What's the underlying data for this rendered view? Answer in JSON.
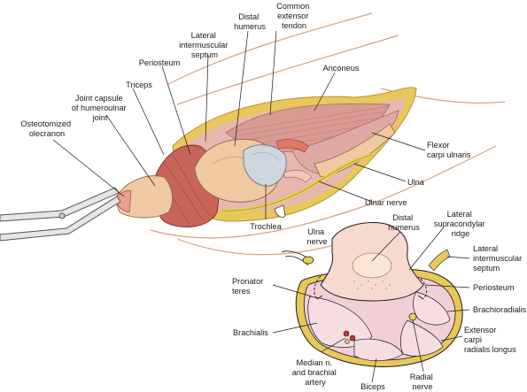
{
  "labels": {
    "common_extensor_tendon": [
      "Common",
      "extensor",
      "tendon"
    ],
    "distal_humerus_top": [
      "Distal",
      "humerus"
    ],
    "lateral_intermuscular_septum_top": [
      "Lateral",
      "intermuscular",
      "septum"
    ],
    "periosteum_top": [
      "Periosteum"
    ],
    "anconeus": [
      "Anconeus"
    ],
    "triceps": [
      "Triceps"
    ],
    "joint_capsule": [
      "Joint capsule",
      "of humeroulnar",
      "joint"
    ],
    "osteotomized_olecranon": [
      "Osteotomized",
      "olecranon"
    ],
    "flexor_carpi_ulnaris": [
      "Flexor",
      "carpi ulnaris"
    ],
    "ulna": [
      "Ulna"
    ],
    "ulnar_nerve": [
      "Ulnar nerve"
    ],
    "trochlea": [
      "Trochlea"
    ],
    "ulna_nerve_inset": [
      "Ulna",
      "nerve"
    ],
    "distal_humerus_inset": [
      "Distal",
      "humerus"
    ],
    "lateral_supracondylar_ridge": [
      "Lateral",
      "supracondylar",
      "ridge"
    ],
    "lateral_intermuscular_septum_inset": [
      "Lateral",
      "intermuscular",
      "septum"
    ],
    "pronator_teres": [
      "Pronator",
      "teres"
    ],
    "periosteum_inset": [
      "Periosteum"
    ],
    "brachioradialis": [
      "Brachioradialis"
    ],
    "brachialis": [
      "Brachialis"
    ],
    "extensor_carpi_radialis_longus": [
      "Extensor",
      "carpi",
      "radialis longus"
    ],
    "median_nerve_brachial_artery": [
      "Median n.",
      "and brachial",
      "artery"
    ],
    "biceps": [
      "Biceps"
    ],
    "radial_nerve": [
      "Radial",
      "nerve"
    ]
  },
  "colors": {
    "skin": "#f5d9c4",
    "fat": "#e8c85a",
    "muscle": "#c9645a",
    "bone": "#efc9a0",
    "cartilage": "#cfd6dd",
    "inset_fill": "#f2cfd6",
    "outline": "#1a1a1a"
  }
}
